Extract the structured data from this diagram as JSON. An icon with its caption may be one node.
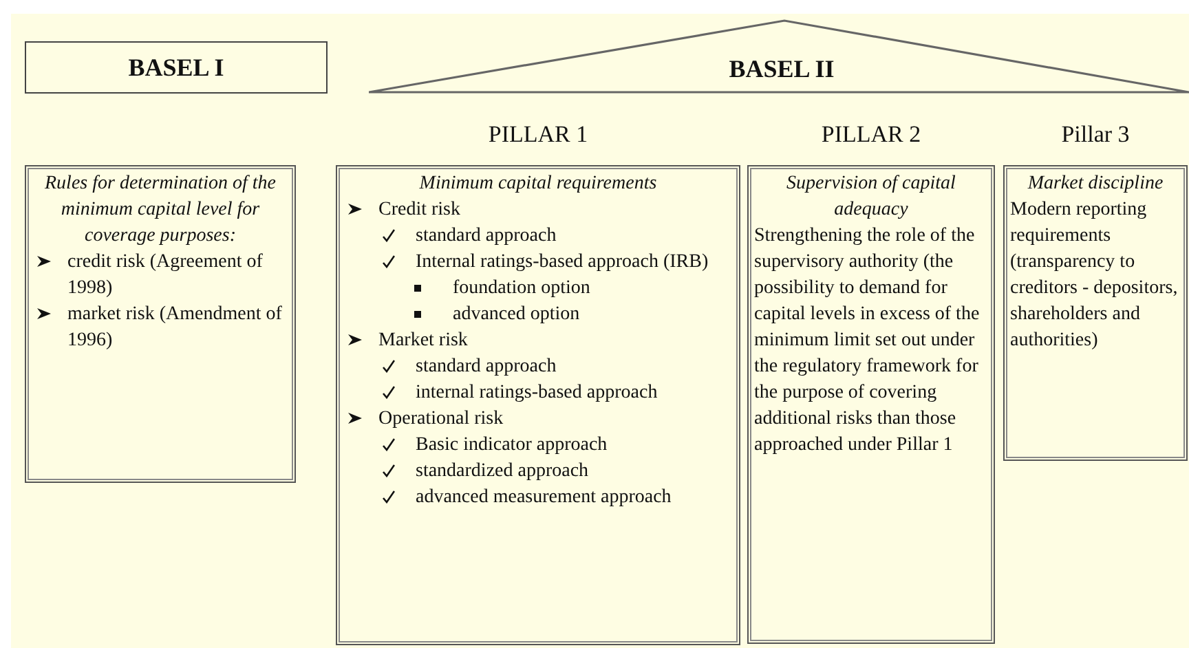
{
  "diagram": {
    "nodes": [
      {
        "text": [
          "BASEL I"
        ]
      },
      {
        "text": [
          "Rules for determination of the minimum capital level for coverage purposes:",
          "credit risk (Agreement of 1998)",
          "market risk (Amendment of 1996)"
        ]
      },
      {
        "text": [
          "BASEL II"
        ]
      },
      {
        "text": [
          "PILLAR 1",
          "Minimum capital requirements",
          "Credit risk",
          "standard approach",
          "Internal ratings-based approach (IRB)",
          "foundation option",
          "advanced option",
          "Market risk",
          "standard approach",
          "internal ratings-based approach",
          "Operational risk",
          "Basic indicator approach",
          "standardized approach",
          "advanced measurement approach"
        ]
      },
      {
        "text": [
          "PILLAR 2",
          "Supervision of capital adequacy",
          "Strengthening the role of the supervisory authority (the possibility to demand for capital levels in excess of the minimum limit set out under the regulatory framework for the purpose of covering additional risks than those approached under Pillar 1"
        ]
      },
      {
        "text": [
          "Pillar 3",
          "Market discipline",
          "Modern reporting requirements (transparency to creditors - depositors, shareholders and authorities)"
        ]
      }
    ]
  }
}
